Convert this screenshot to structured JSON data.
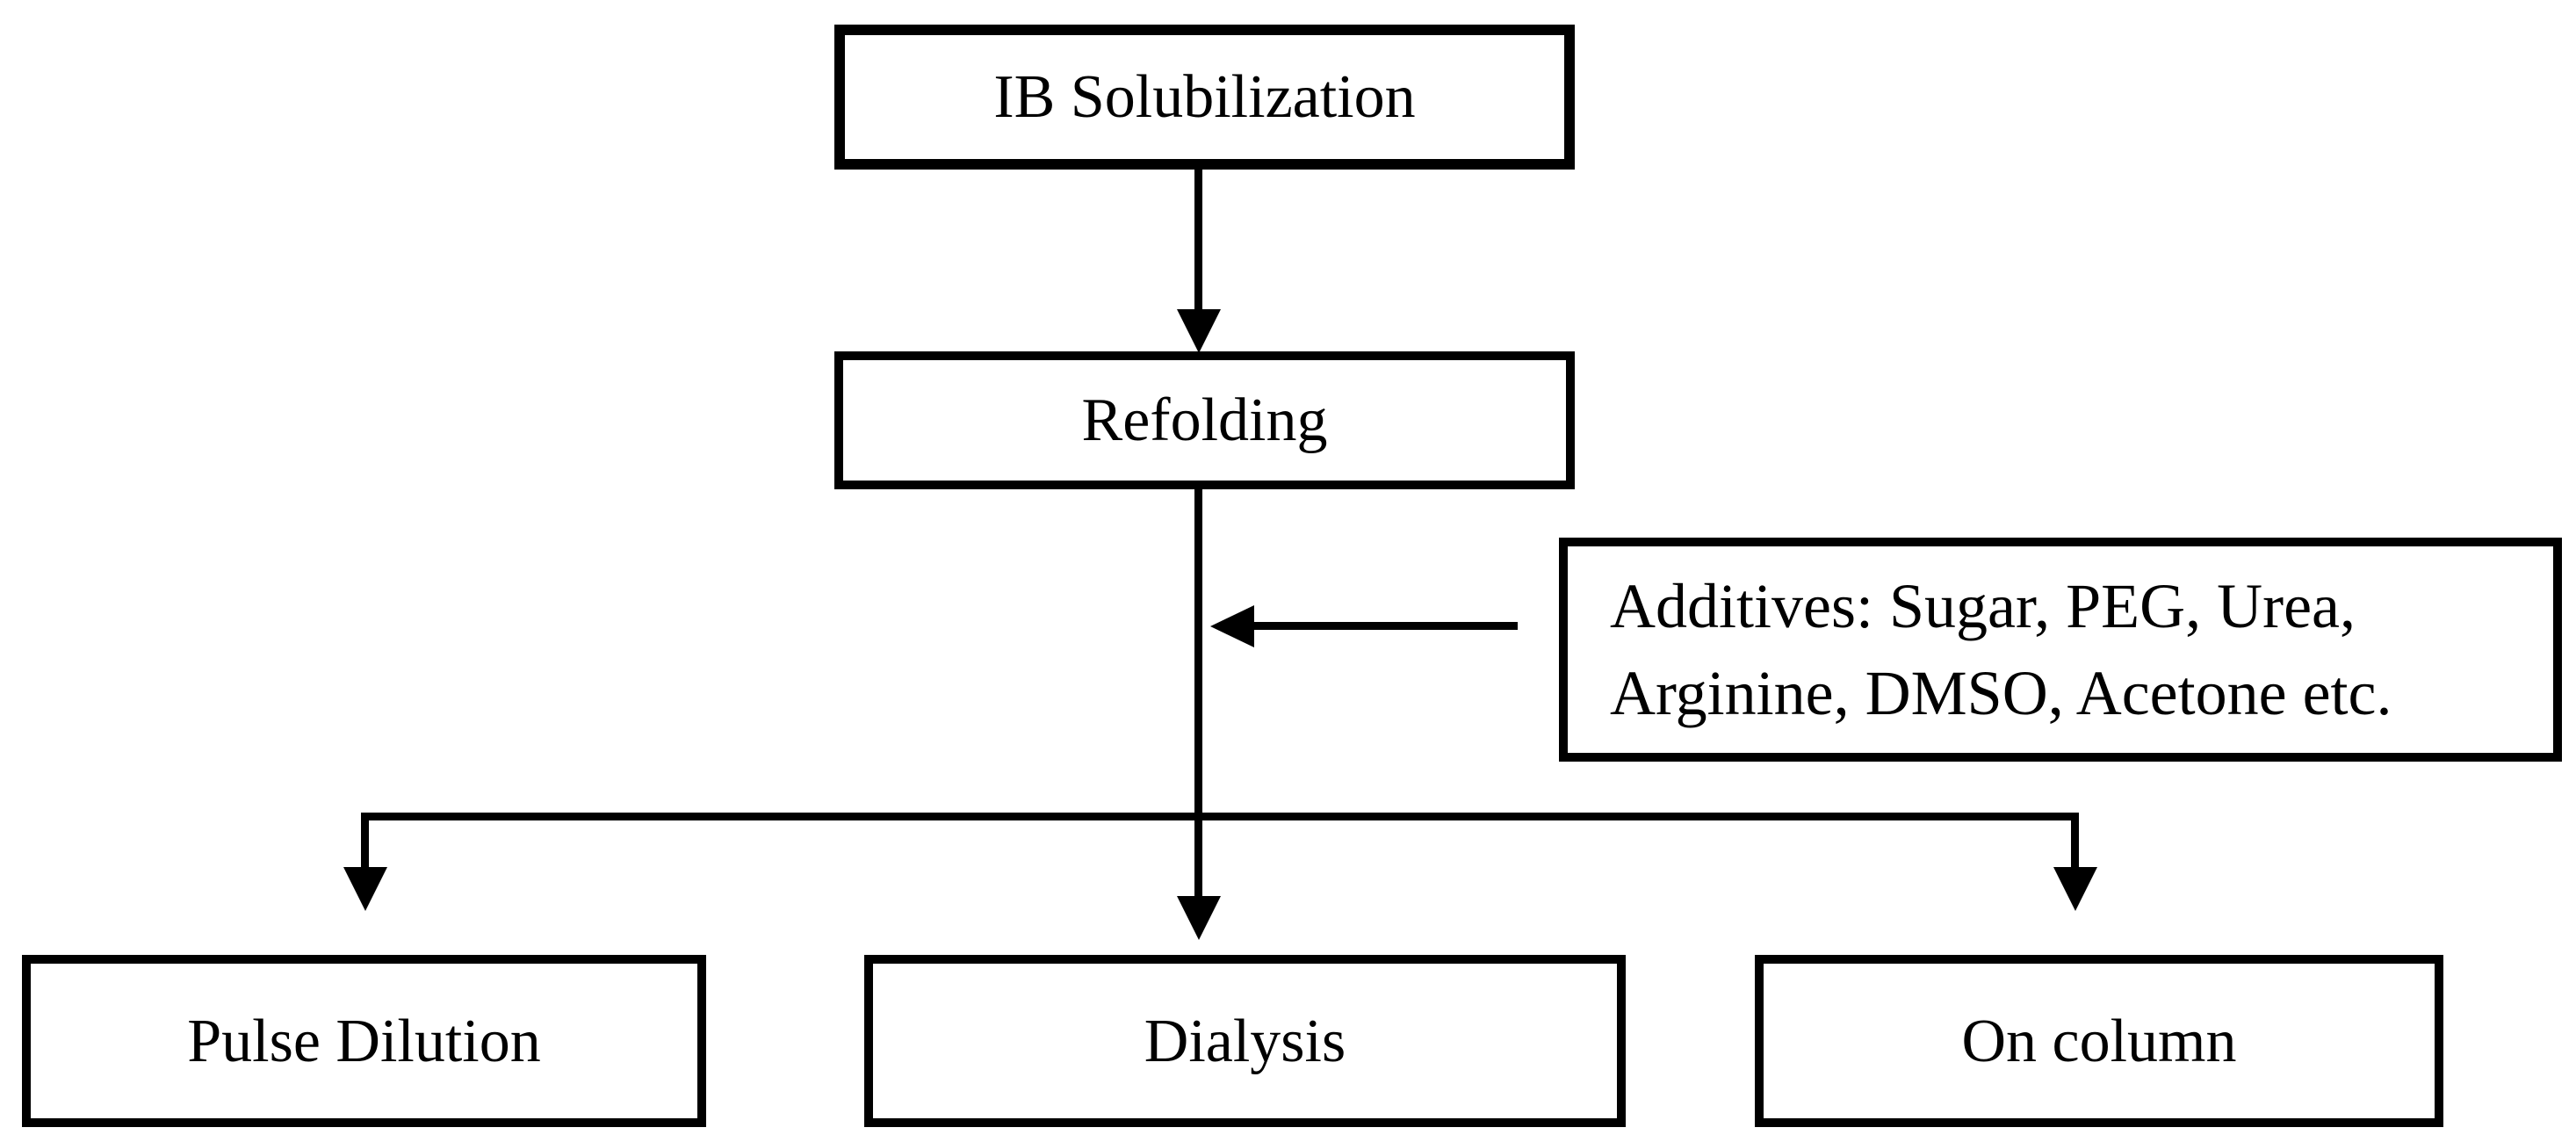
{
  "diagram": {
    "type": "flowchart",
    "background_color": "#ffffff",
    "line_color": "#000000",
    "text_color": "#000000",
    "nodes": {
      "ib_solubilization": {
        "label": "IB Solubilization"
      },
      "refolding": {
        "label": "Refolding"
      },
      "additives": {
        "lines": [
          "Additives: Sugar, PEG, Urea,",
          "Arginine, DMSO, Acetone etc."
        ]
      },
      "pulse_dilution": {
        "label": "Pulse Dilution"
      },
      "dialysis": {
        "label": "Dialysis"
      },
      "on_column": {
        "label": "On column"
      }
    },
    "edges": [
      {
        "from": "ib_solubilization",
        "to": "refolding"
      },
      {
        "from": "additives",
        "to": "refolding_output_line"
      },
      {
        "from": "refolding",
        "to": "pulse_dilution"
      },
      {
        "from": "refolding",
        "to": "dialysis"
      },
      {
        "from": "refolding",
        "to": "on_column"
      }
    ]
  }
}
